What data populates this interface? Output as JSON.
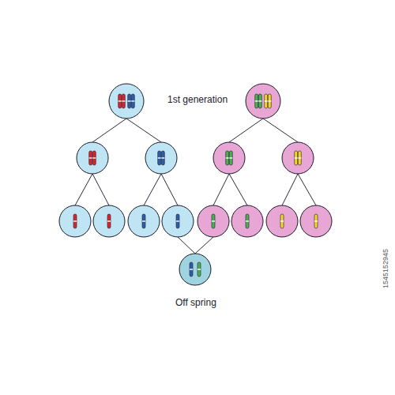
{
  "diagram": {
    "labels": [
      "1st generation",
      "Off spring",
      "1545152945"
    ]
  }
}
